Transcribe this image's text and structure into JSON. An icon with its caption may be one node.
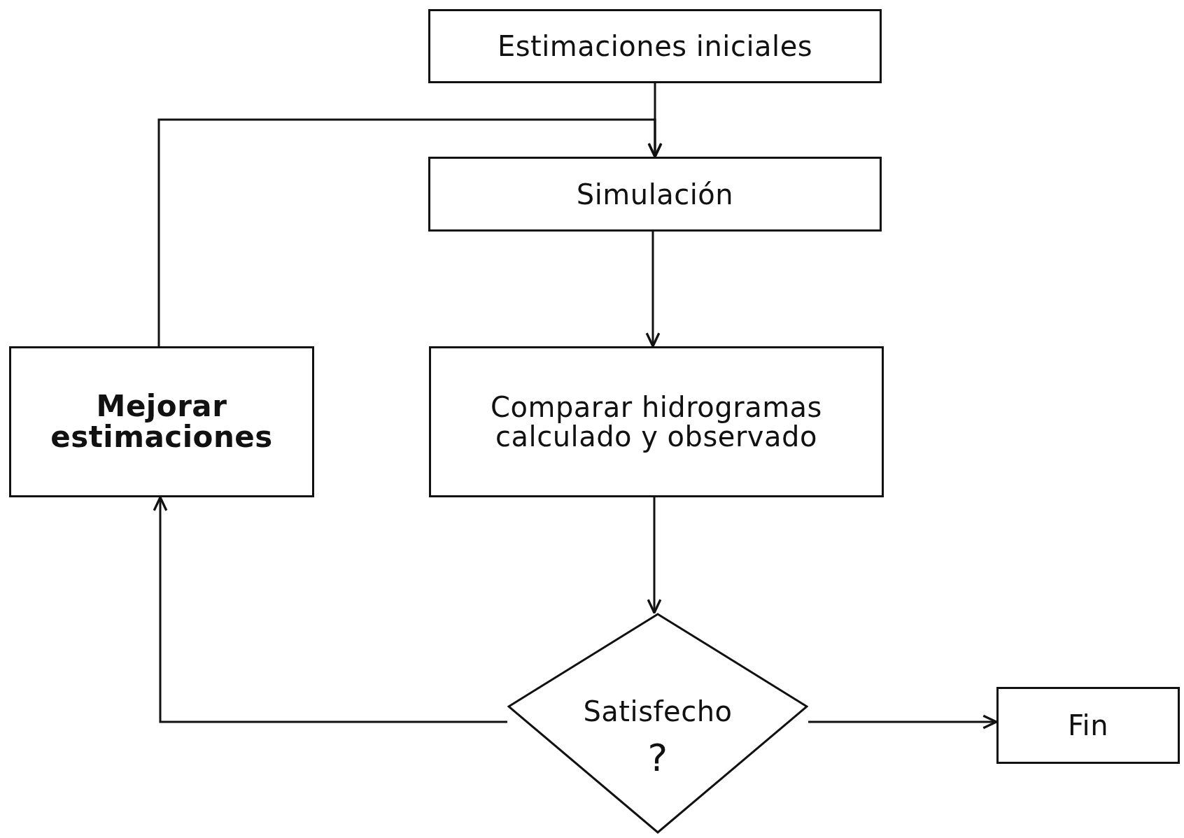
{
  "diagram": {
    "nodes": [
      {
        "text": [
          "Estimaciones iniciales"
        ]
      },
      {
        "text": [
          "Simulación"
        ]
      },
      {
        "text": [
          "Comparar hidrogramas calculado y observado"
        ]
      },
      {
        "text": [
          "Satisfecho",
          "?"
        ]
      },
      {
        "text": [
          "Fin"
        ]
      },
      {
        "text": [
          "Mejorar estimaciones"
        ]
      }
    ],
    "edges": [
      {
        "from": 0,
        "to": 1,
        "arrow": "to"
      },
      {
        "from": 1,
        "to": 2,
        "arrow": "to"
      },
      {
        "from": 2,
        "to": 3,
        "arrow": "to"
      },
      {
        "from": 3,
        "to": 4,
        "arrow": "to"
      },
      {
        "from": 3,
        "to": 5,
        "arrow": "to"
      },
      {
        "from": 5,
        "to": 1,
        "arrow": "to"
      }
    ]
  }
}
